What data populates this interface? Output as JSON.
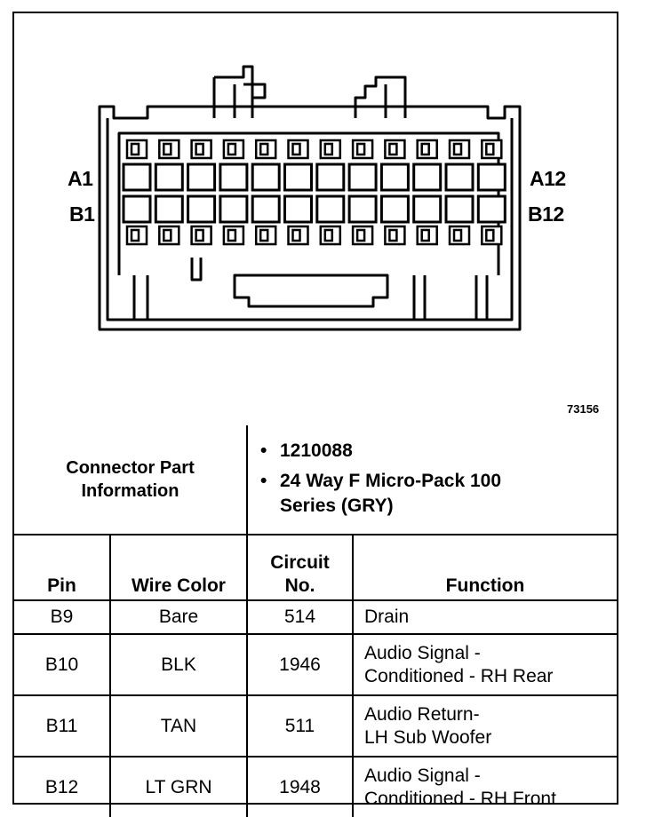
{
  "diagram": {
    "pin_labels": {
      "a1": "A1",
      "b1": "B1",
      "a12": "A12",
      "b12": "B12"
    },
    "figure_number": "73156"
  },
  "connector_info": {
    "label": "Connector Part Information",
    "items": [
      "1210088",
      "24 Way F Micro-Pack 100 Series (GRY)"
    ]
  },
  "table": {
    "headers": {
      "pin": "Pin",
      "wire_color": "Wire Color",
      "circuit": "Circuit No.",
      "function": "Function"
    },
    "rows": [
      {
        "pin": "B9",
        "wire_color": "Bare",
        "circuit": "514",
        "function_line1": "Drain",
        "function_line2": ""
      },
      {
        "pin": "B10",
        "wire_color": "BLK",
        "circuit": "1946",
        "function_line1": "Audio Signal -",
        "function_line2": "Conditioned - RH Rear"
      },
      {
        "pin": "B11",
        "wire_color": "TAN",
        "circuit": "511",
        "function_line1": "Audio Return-",
        "function_line2": "LH Sub Woofer"
      },
      {
        "pin": "B12",
        "wire_color": "LT GRN",
        "circuit": "1948",
        "function_line1": "Audio Signal -",
        "function_line2": "Conditioned - RH Front"
      }
    ]
  }
}
